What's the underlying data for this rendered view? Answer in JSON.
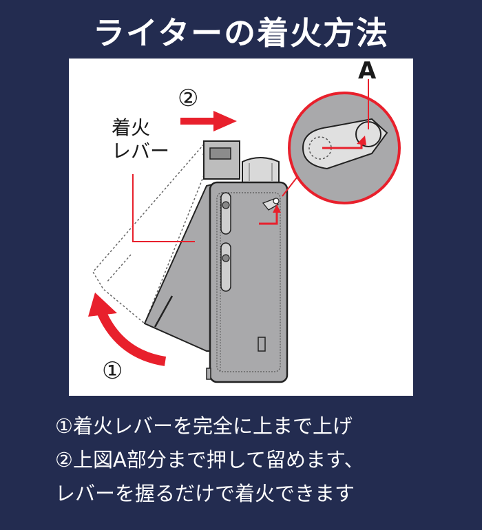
{
  "title": "ライターの着火方法",
  "diagram": {
    "label_lever_line1": "着火",
    "label_lever_line2": "レバー",
    "label_step1": "①",
    "label_step2": "②",
    "label_point": "A",
    "accent_color": "#e8202c",
    "body_color": "#a9a9ab",
    "icons": [
      "lighter-illustration",
      "curved-arrow",
      "right-arrow",
      "zoom-circle"
    ]
  },
  "instructions": {
    "line1": "①着火レバーを完全に上まで上げ",
    "line2": "②上図A部分まで押して留めます、",
    "line3": "レバーを握るだけで着火できます"
  }
}
